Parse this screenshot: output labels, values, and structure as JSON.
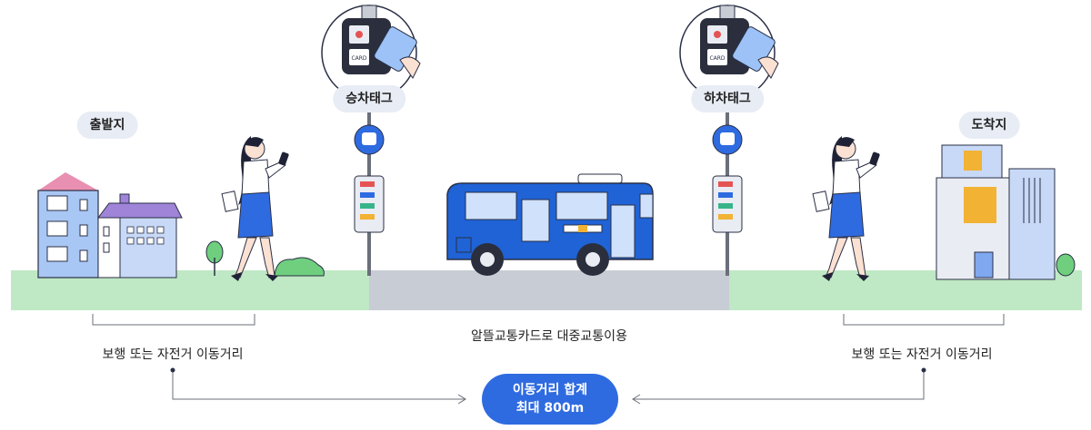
{
  "labels": {
    "origin": "출발지",
    "destination": "도착지",
    "boarding_tag": "승차태그",
    "alighting_tag": "하차태그",
    "walk_bike_left": "보행 또는 자전거 이동거리",
    "walk_bike_right": "보행 또는 자전거 이동거리",
    "transit": "알뜰교통카드로 대중교통이용",
    "total_line1": "이동거리 합계",
    "total_line2": "최대 800m",
    "card_text": "CARD",
    "reader_card_text": "CARD"
  },
  "colors": {
    "accent_blue": "#2f6be0",
    "bus_blue": "#1f63d6",
    "ground_green": "#bfe8c4",
    "road_gray": "#c8ccd4",
    "pill_bg": "#e8ecf5"
  }
}
